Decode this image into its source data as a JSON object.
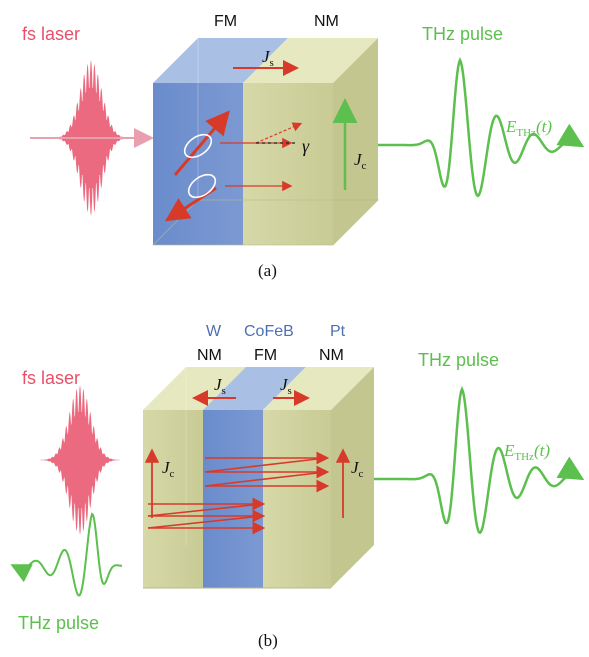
{
  "panel_a": {
    "caption": "(a)",
    "laser_label": "fs laser",
    "fm_label": "FM",
    "nm_label": "NM",
    "thz_label": "THz pulse",
    "js_label": {
      "main": "J",
      "sub": "s"
    },
    "jc_label": {
      "main": "J",
      "sub": "c"
    },
    "gamma_label": "γ",
    "field_label": {
      "main": "E",
      "sub": "THz",
      "suffix": "(t)"
    }
  },
  "panel_b": {
    "caption": "(b)",
    "laser_label": "fs laser",
    "thz_forward_label": "THz pulse",
    "thz_backward_label": "THz pulse",
    "materials": [
      "W",
      "CoFeB",
      "Pt"
    ],
    "layer_types": [
      "NM",
      "FM",
      "NM"
    ],
    "js_label": {
      "main": "J",
      "sub": "s"
    },
    "jc_label": {
      "main": "J",
      "sub": "c"
    },
    "field_label": {
      "main": "E",
      "sub": "THz",
      "suffix": "(t)"
    }
  },
  "colors": {
    "laser": "#e8506a",
    "thz": "#5cbf4e",
    "material": "#4f6fb5",
    "arrow": "#d83a2a",
    "fm_layer": "#6f8fcf",
    "nm_layer": "#dcdca0"
  }
}
